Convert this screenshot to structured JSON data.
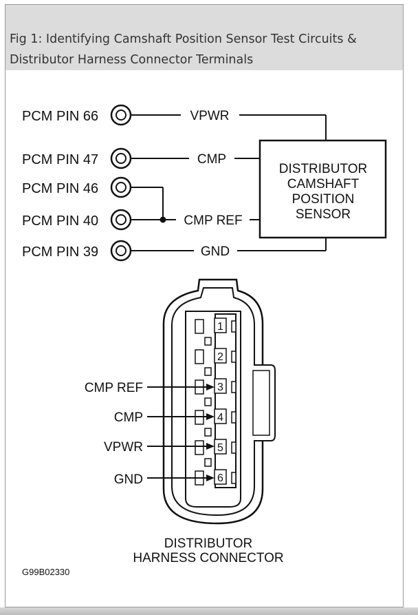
{
  "figure": {
    "caption_line1": "Fig 1: Identifying Camshaft Position Sensor Test Circuits &",
    "caption_line2": "Distributor Harness Connector Terminals"
  },
  "circuit": {
    "pins": [
      {
        "label": "PCM PIN 66"
      },
      {
        "label": "PCM PIN 47"
      },
      {
        "label": "PCM PIN 46"
      },
      {
        "label": "PCM PIN 40"
      },
      {
        "label": "PCM PIN 39"
      }
    ],
    "signals": {
      "vpwr": "VPWR",
      "cmp": "CMP",
      "cmp_ref": "CMP REF",
      "gnd": "GND"
    },
    "sensor": {
      "line1": "DISTRIBUTOR",
      "line2": "CAMSHAFT",
      "line3": "POSITION",
      "line4": "SENSOR"
    }
  },
  "connector": {
    "terminals": [
      "1",
      "2",
      "3",
      "4",
      "5",
      "6"
    ],
    "callouts": [
      {
        "label": "CMP REF"
      },
      {
        "label": "CMP"
      },
      {
        "label": "VPWR"
      },
      {
        "label": "GND"
      }
    ],
    "title_line1": "DISTRIBUTOR",
    "title_line2": "HARNESS CONNECTOR"
  },
  "figure_id": "G99B02330"
}
